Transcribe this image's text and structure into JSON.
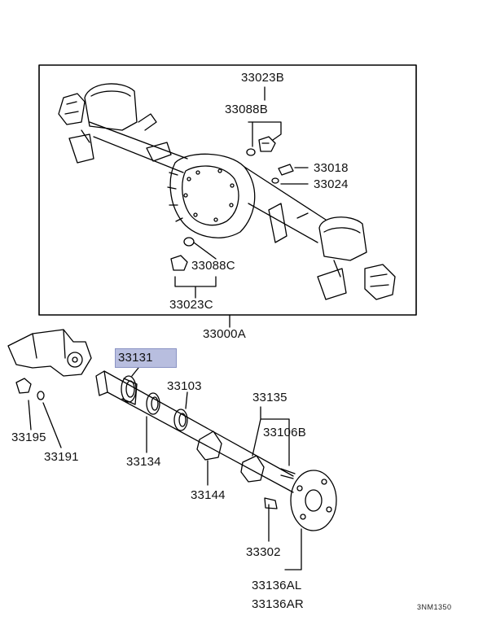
{
  "labels": {
    "p33023B": "33023B",
    "p33088B": "33088B",
    "p33018": "33018",
    "p33024": "33024",
    "p33088C": "33088C",
    "p33023C": "33023C",
    "p33000A": "33000A",
    "p33131": "33131",
    "p33103": "33103",
    "p33135": "33135",
    "p33106B": "33106B",
    "p33195": "33195",
    "p33191": "33191",
    "p33134": "33134",
    "p33144": "33144",
    "p33302": "33302",
    "p33136AL": "33136AL",
    "p33136AR": "33136AR"
  },
  "diagram_code": "3NM1350",
  "highlight_color": "#b8bedf"
}
